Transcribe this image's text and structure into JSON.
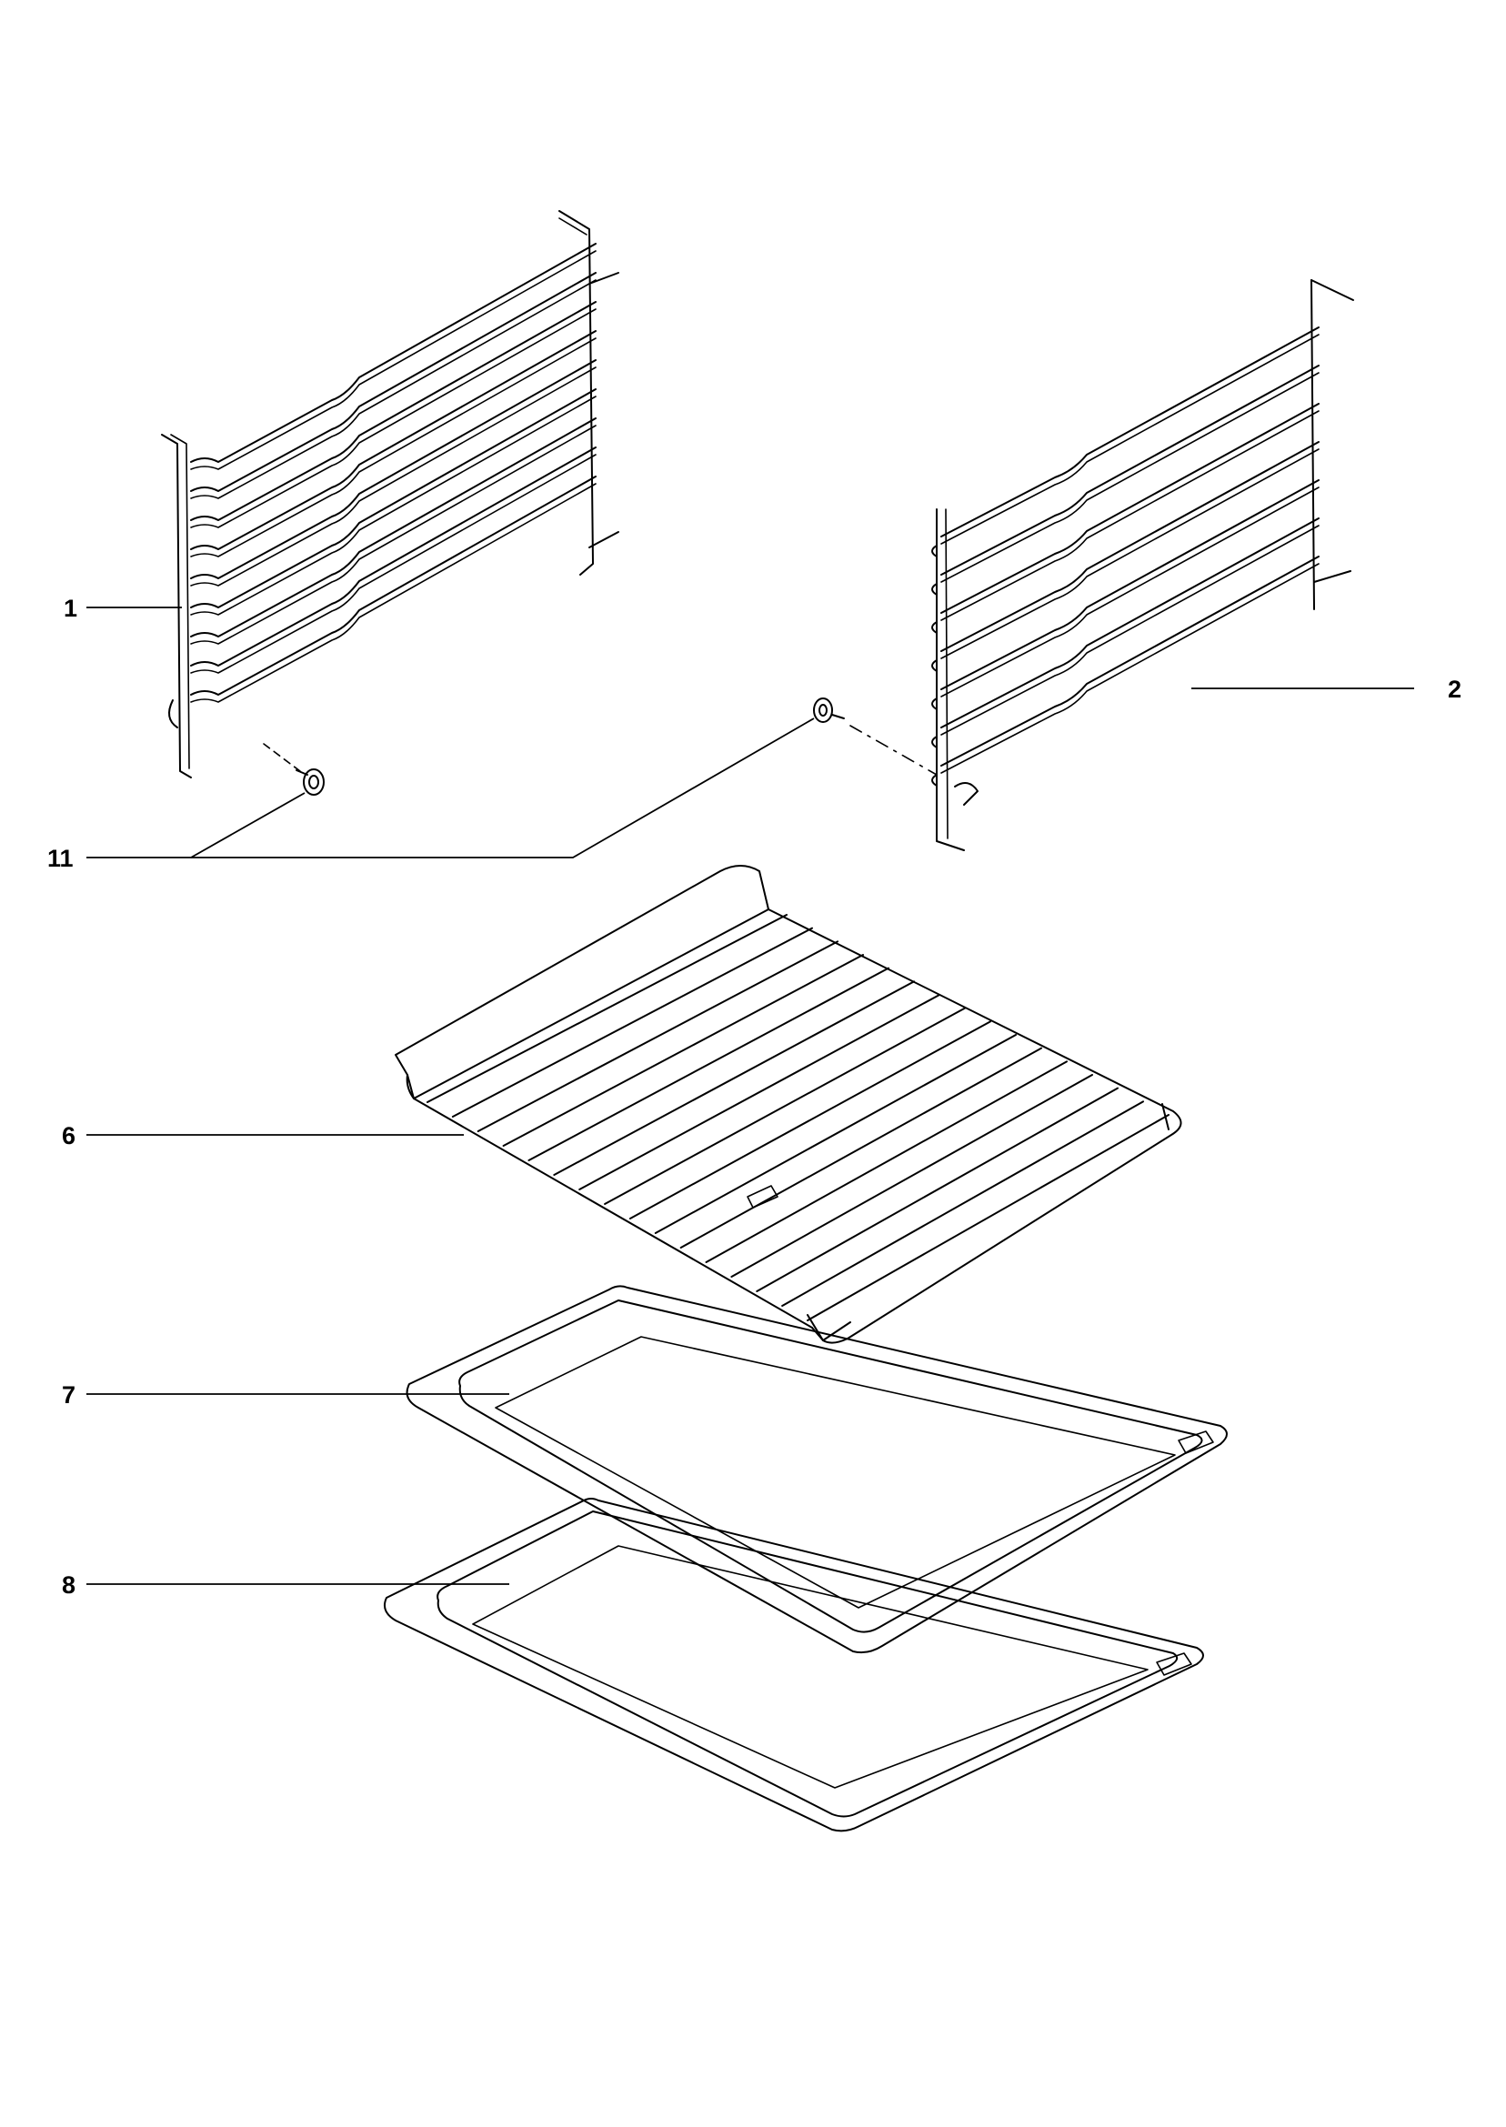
{
  "labels": {
    "rail_left": "1",
    "rail_right": "2",
    "screw": "11",
    "grid_shelf": "6",
    "tray_shallow": "7",
    "tray_deep": "8"
  }
}
